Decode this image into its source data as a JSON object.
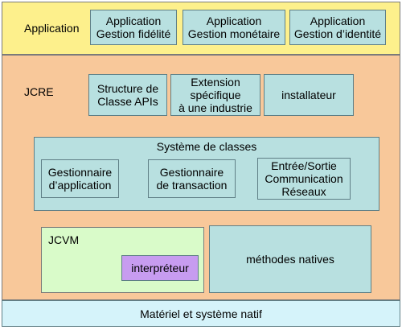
{
  "colors": {
    "application_bg": "#fdf08c",
    "jcre_bg": "#f8c89a",
    "component_bg": "#b8e0e0",
    "jcvm_bg": "#d9fbc9",
    "interpreter_bg": "#c79cf0",
    "hardware_bg": "#d5f3fa"
  },
  "application": {
    "label": "Application",
    "boxes": [
      {
        "text": "Application\nGestion fidélité"
      },
      {
        "text": "Application\nGestion monétaire"
      },
      {
        "text": "Application\nGestion d’identité"
      }
    ]
  },
  "jcre": {
    "label": "JCRE",
    "apis": {
      "text": "Structure de\nClasse APIs"
    },
    "extension": {
      "text": "Extension\nspécifique\nà une industrie"
    },
    "installer": {
      "text": "installateur"
    }
  },
  "class_system": {
    "title": "Système de classes",
    "items": [
      {
        "text": "Gestionnaire\nd’application"
      },
      {
        "text": "Gestionnaire\nde transaction"
      },
      {
        "text": "Entrée/Sortie\nCommunication\nRéseaux"
      }
    ]
  },
  "jcvm": {
    "label": "JCVM",
    "interpreter": {
      "text": "interpréteur"
    }
  },
  "native_methods": {
    "text": "méthodes natives"
  },
  "hardware": {
    "text": "Matériel et système natif"
  }
}
